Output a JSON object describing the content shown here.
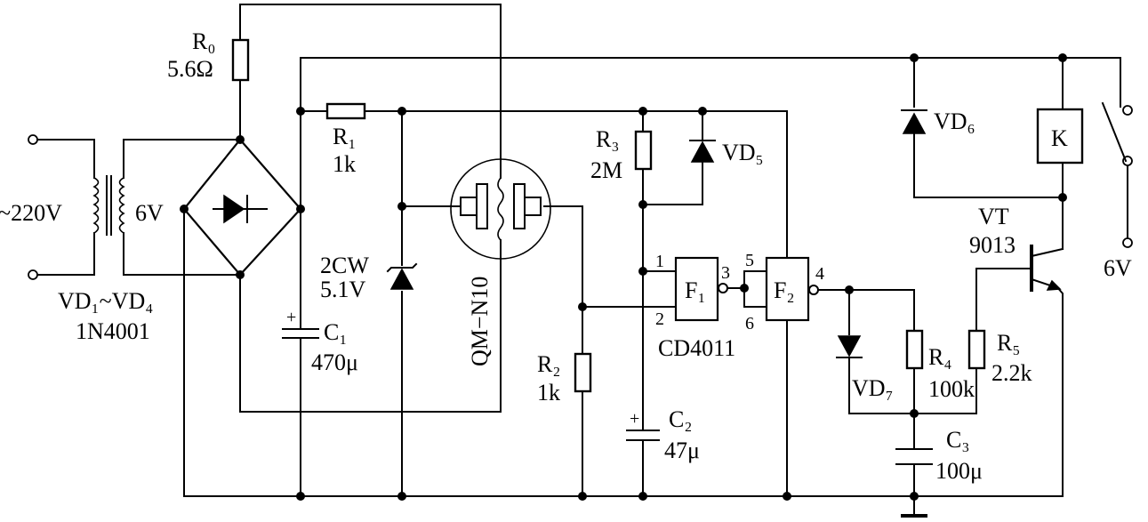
{
  "labels": {
    "ac_in": "~220V",
    "sec_v": "6V",
    "bridge_name": "VD₁~VD₄",
    "bridge_type": "1N4001",
    "r0": "R₀",
    "r0_val": "5.6Ω",
    "r1": "R₁",
    "r1_val": "1k",
    "zener": "2CW",
    "zener_val": "5.1V",
    "c1": "C₁",
    "c1_val": "470μ",
    "sensor": "QM−N10",
    "r2": "R₂",
    "r2_val": "1k",
    "r3": "R₃",
    "r3_val": "2M",
    "vd5": "VD₅",
    "c2": "C₂",
    "c2_val": "47μ",
    "f1": "F₁",
    "f2": "F₂",
    "ic": "CD4011",
    "pin1": "1",
    "pin2": "2",
    "pin3": "3",
    "pin4": "4",
    "pin5": "5",
    "pin6": "6",
    "vd7": "VD₇",
    "r4": "R₄",
    "r4_val": "100k",
    "r5": "R₅",
    "r5_val": "2.2k",
    "c3": "C₃",
    "c3_val": "100μ",
    "vd6": "VD₆",
    "relay": "K",
    "vt": "VT",
    "vt_type": "9013",
    "out_v": "6V",
    "cap_plus": "+"
  }
}
